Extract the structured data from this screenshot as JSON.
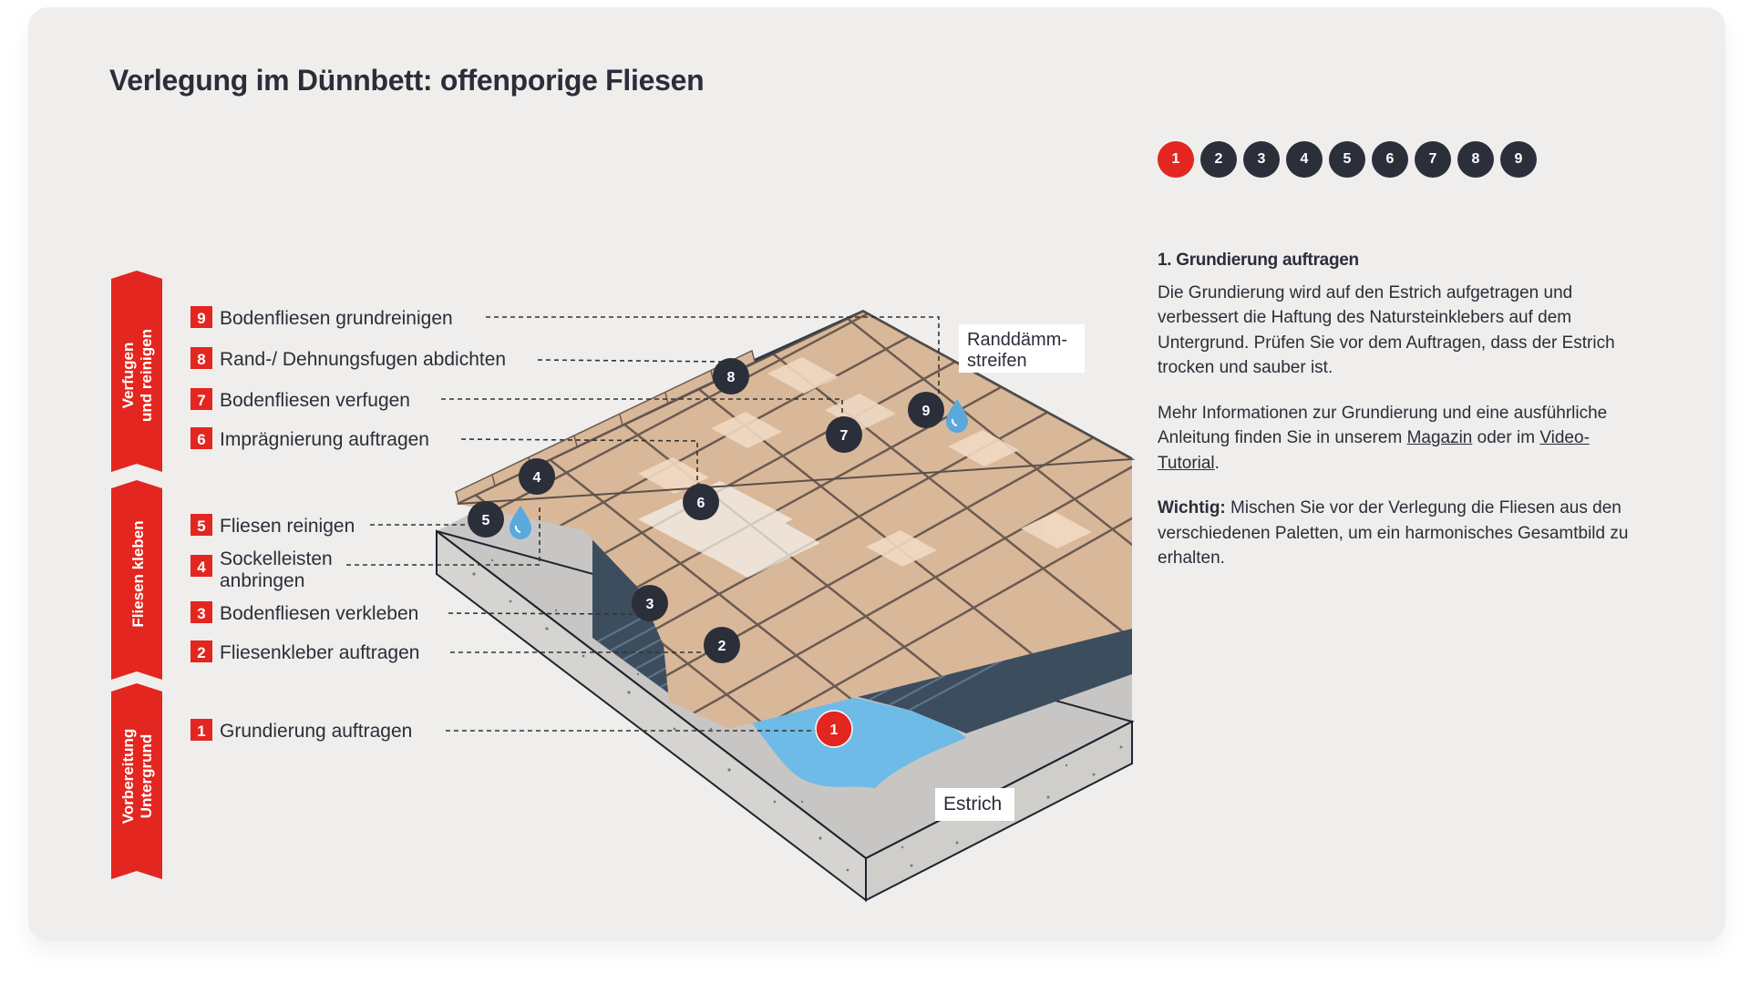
{
  "title": "Verlegung im Dünnbett: offenporige Fliesen",
  "steps": [
    "1",
    "2",
    "3",
    "4",
    "5",
    "6",
    "7",
    "8",
    "9"
  ],
  "active_step": 1,
  "colors": {
    "accent": "#e3261f",
    "dark": "#2b2f3a",
    "background": "#efeeed",
    "tile": "#d9b89a",
    "primer": "#6dbbe6"
  },
  "phases": [
    {
      "label_lines": [
        "Verfugen",
        "und reinigen"
      ]
    },
    {
      "label_lines": [
        "Fliesen kleben"
      ]
    },
    {
      "label_lines": [
        "Vorbereitung",
        "Untergrund"
      ]
    }
  ],
  "legend": [
    {
      "num": "9",
      "lines": [
        "Bodenfliesen grundreinigen"
      ]
    },
    {
      "num": "8",
      "lines": [
        "Rand-/ Dehnungsfugen abdichten"
      ]
    },
    {
      "num": "7",
      "lines": [
        "Bodenfliesen verfugen"
      ]
    },
    {
      "num": "6",
      "lines": [
        "Imprägnierung auftragen"
      ]
    },
    {
      "num": "5",
      "lines": [
        "Fliesen reinigen"
      ]
    },
    {
      "num": "4",
      "lines": [
        "Sockelleisten",
        "anbringen"
      ]
    },
    {
      "num": "3",
      "lines": [
        "Bodenfliesen verkleben"
      ]
    },
    {
      "num": "2",
      "lines": [
        "Fliesenkleber auftragen"
      ]
    },
    {
      "num": "1",
      "lines": [
        "Grundierung auftragen"
      ]
    }
  ],
  "labels": {
    "randdamm": [
      "Randdämm-",
      "streifen"
    ],
    "estrich": "Estrich"
  },
  "icons": {
    "drop": "water-drop-icon"
  },
  "info": {
    "heading": "1. Grundierung auftragen",
    "paragraph1": "Die Grundierung wird auf den Estrich aufgetragen und verbessert die Haftung des Natursteinklebers auf dem Untergrund. Prüfen Sie vor dem Auftragen, dass der Estrich trocken und sauber ist.",
    "paragraph2_before": "Mehr Informationen zur Grundierung und eine ausführliche Anleitung finden Sie in unserem ",
    "link_magazin": "Magazin",
    "paragraph2_middle": " oder im ",
    "link_video": "Video-Tutorial",
    "paragraph2_after": ".",
    "important_label": "Wichtig:",
    "important_text": " Mischen Sie vor der Verlegung die Fliesen aus den verschiedenen Paletten, um ein harmonisches Gesamtbild zu erhalten."
  }
}
